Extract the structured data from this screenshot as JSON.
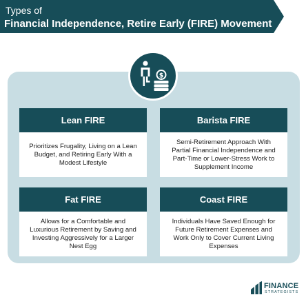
{
  "header": {
    "subtitle": "Types of",
    "title": "Financial Independence, Retire Early (FIRE) Movement"
  },
  "icon": "person-stepping-up-coin-stack-icon",
  "cards": [
    {
      "title": "Lean FIRE",
      "description": "Prioritizes Frugality, Living on a Lean Budget, and Retiring Early With a Modest Lifestyle"
    },
    {
      "title": "Barista FIRE",
      "description": "Semi-Retirement Approach With Partial Financial Independence and Part-Time or Lower-Stress Work to Supplement Income"
    },
    {
      "title": "Fat FIRE",
      "description": "Allows for a Comfortable and Luxurious Retirement by Saving and Investing Aggressively for a Larger Nest Egg"
    },
    {
      "title": "Coast FIRE",
      "description": "Individuals Have Saved Enough for Future Retirement Expenses and Work Only to Cover Current Living Expenses"
    }
  ],
  "logo": {
    "name": "FINANCE",
    "sub": "STRATEGISTS"
  },
  "colors": {
    "primary": "#174d58",
    "panel": "#c8dde3",
    "card": "#ffffff"
  }
}
